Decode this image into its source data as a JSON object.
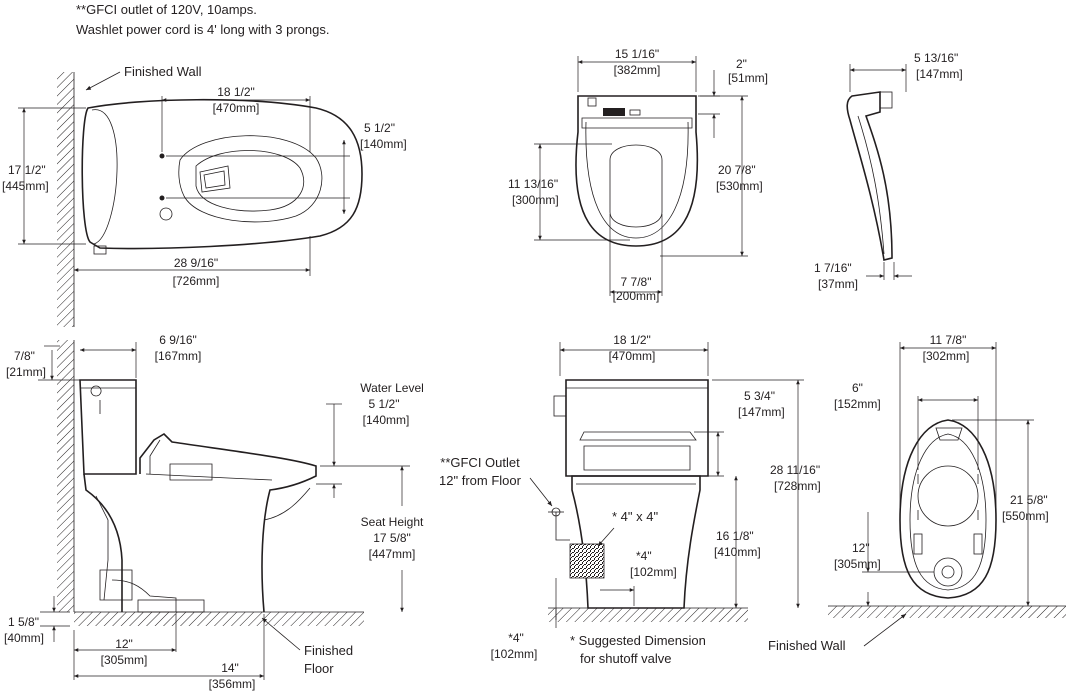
{
  "notes": {
    "line1": "**GFCI outlet of 120V, 10amps.",
    "line2": "Washlet power cord is 4' long with 3 prongs."
  },
  "top_view": {
    "finished_wall": "Finished Wall",
    "bowl_length": [
      "18 1/2\"",
      "[470mm]"
    ],
    "hole_offset": [
      "5 1/2\"",
      "[140mm]"
    ],
    "tank_width": [
      "17 1/2\"",
      "[445mm]"
    ],
    "overall_length": [
      "28 9/16\"",
      "[726mm]"
    ]
  },
  "front_seat_view": {
    "seat_width": [
      "15 1/16\"",
      "[382mm]"
    ],
    "top_depth": [
      "2\"",
      "[51mm]"
    ],
    "opening_length": [
      "11 13/16\"",
      "[300mm]"
    ],
    "seat_length": [
      "20 7/8\"",
      "[530mm]"
    ],
    "opening_width": [
      "7 7/8\"",
      "[200mm]"
    ]
  },
  "side_seat_view": {
    "height": [
      "5 13/16\"",
      "[147mm]"
    ],
    "thickness": [
      "1 7/16\"",
      "[37mm]"
    ]
  },
  "side_view": {
    "tank_lid_offset": [
      "7/8\"",
      "[21mm]"
    ],
    "tank_depth": [
      "6 9/16\"",
      "[167mm]"
    ],
    "water_level": [
      "Water Level",
      "5 1/2\"",
      "[140mm]"
    ],
    "seat_height": [
      "Seat Height",
      "17 5/8\"",
      "[447mm]"
    ],
    "base_height": [
      "1 5/8\"",
      "[40mm]"
    ],
    "rough_in": [
      "12\"",
      "[305mm]"
    ],
    "depth_base": [
      "14\"",
      "[356mm]"
    ],
    "finished_floor": [
      "Finished",
      "Floor"
    ]
  },
  "front_view": {
    "tank_width": [
      "18 1/2\"",
      "[470mm]"
    ],
    "gfci": [
      "**GFCI Outlet",
      "12\" from Floor"
    ],
    "box_size": "* 4\" x 4\"",
    "box_height": [
      "*4\"",
      "[102mm]"
    ],
    "lid_height": [
      "5 3/4\"",
      "[147mm]"
    ],
    "total_height": [
      "28 11/16\"",
      "[728mm]"
    ],
    "bowl_height": [
      "16 1/8\"",
      "[410mm]"
    ],
    "shutoff_offset": [
      "*4\"",
      "[102mm]"
    ],
    "suggested": [
      "* Suggested Dimension",
      "for shutoff valve"
    ]
  },
  "bottom_view": {
    "overall_width": [
      "11 7/8\"",
      "[302mm]"
    ],
    "inner_width": [
      "6\"",
      "[152mm]"
    ],
    "length": [
      "21 5/8\"",
      "[550mm]"
    ],
    "rough": [
      "12\"",
      "[305mm]"
    ],
    "finished_wall": "Finished Wall"
  }
}
